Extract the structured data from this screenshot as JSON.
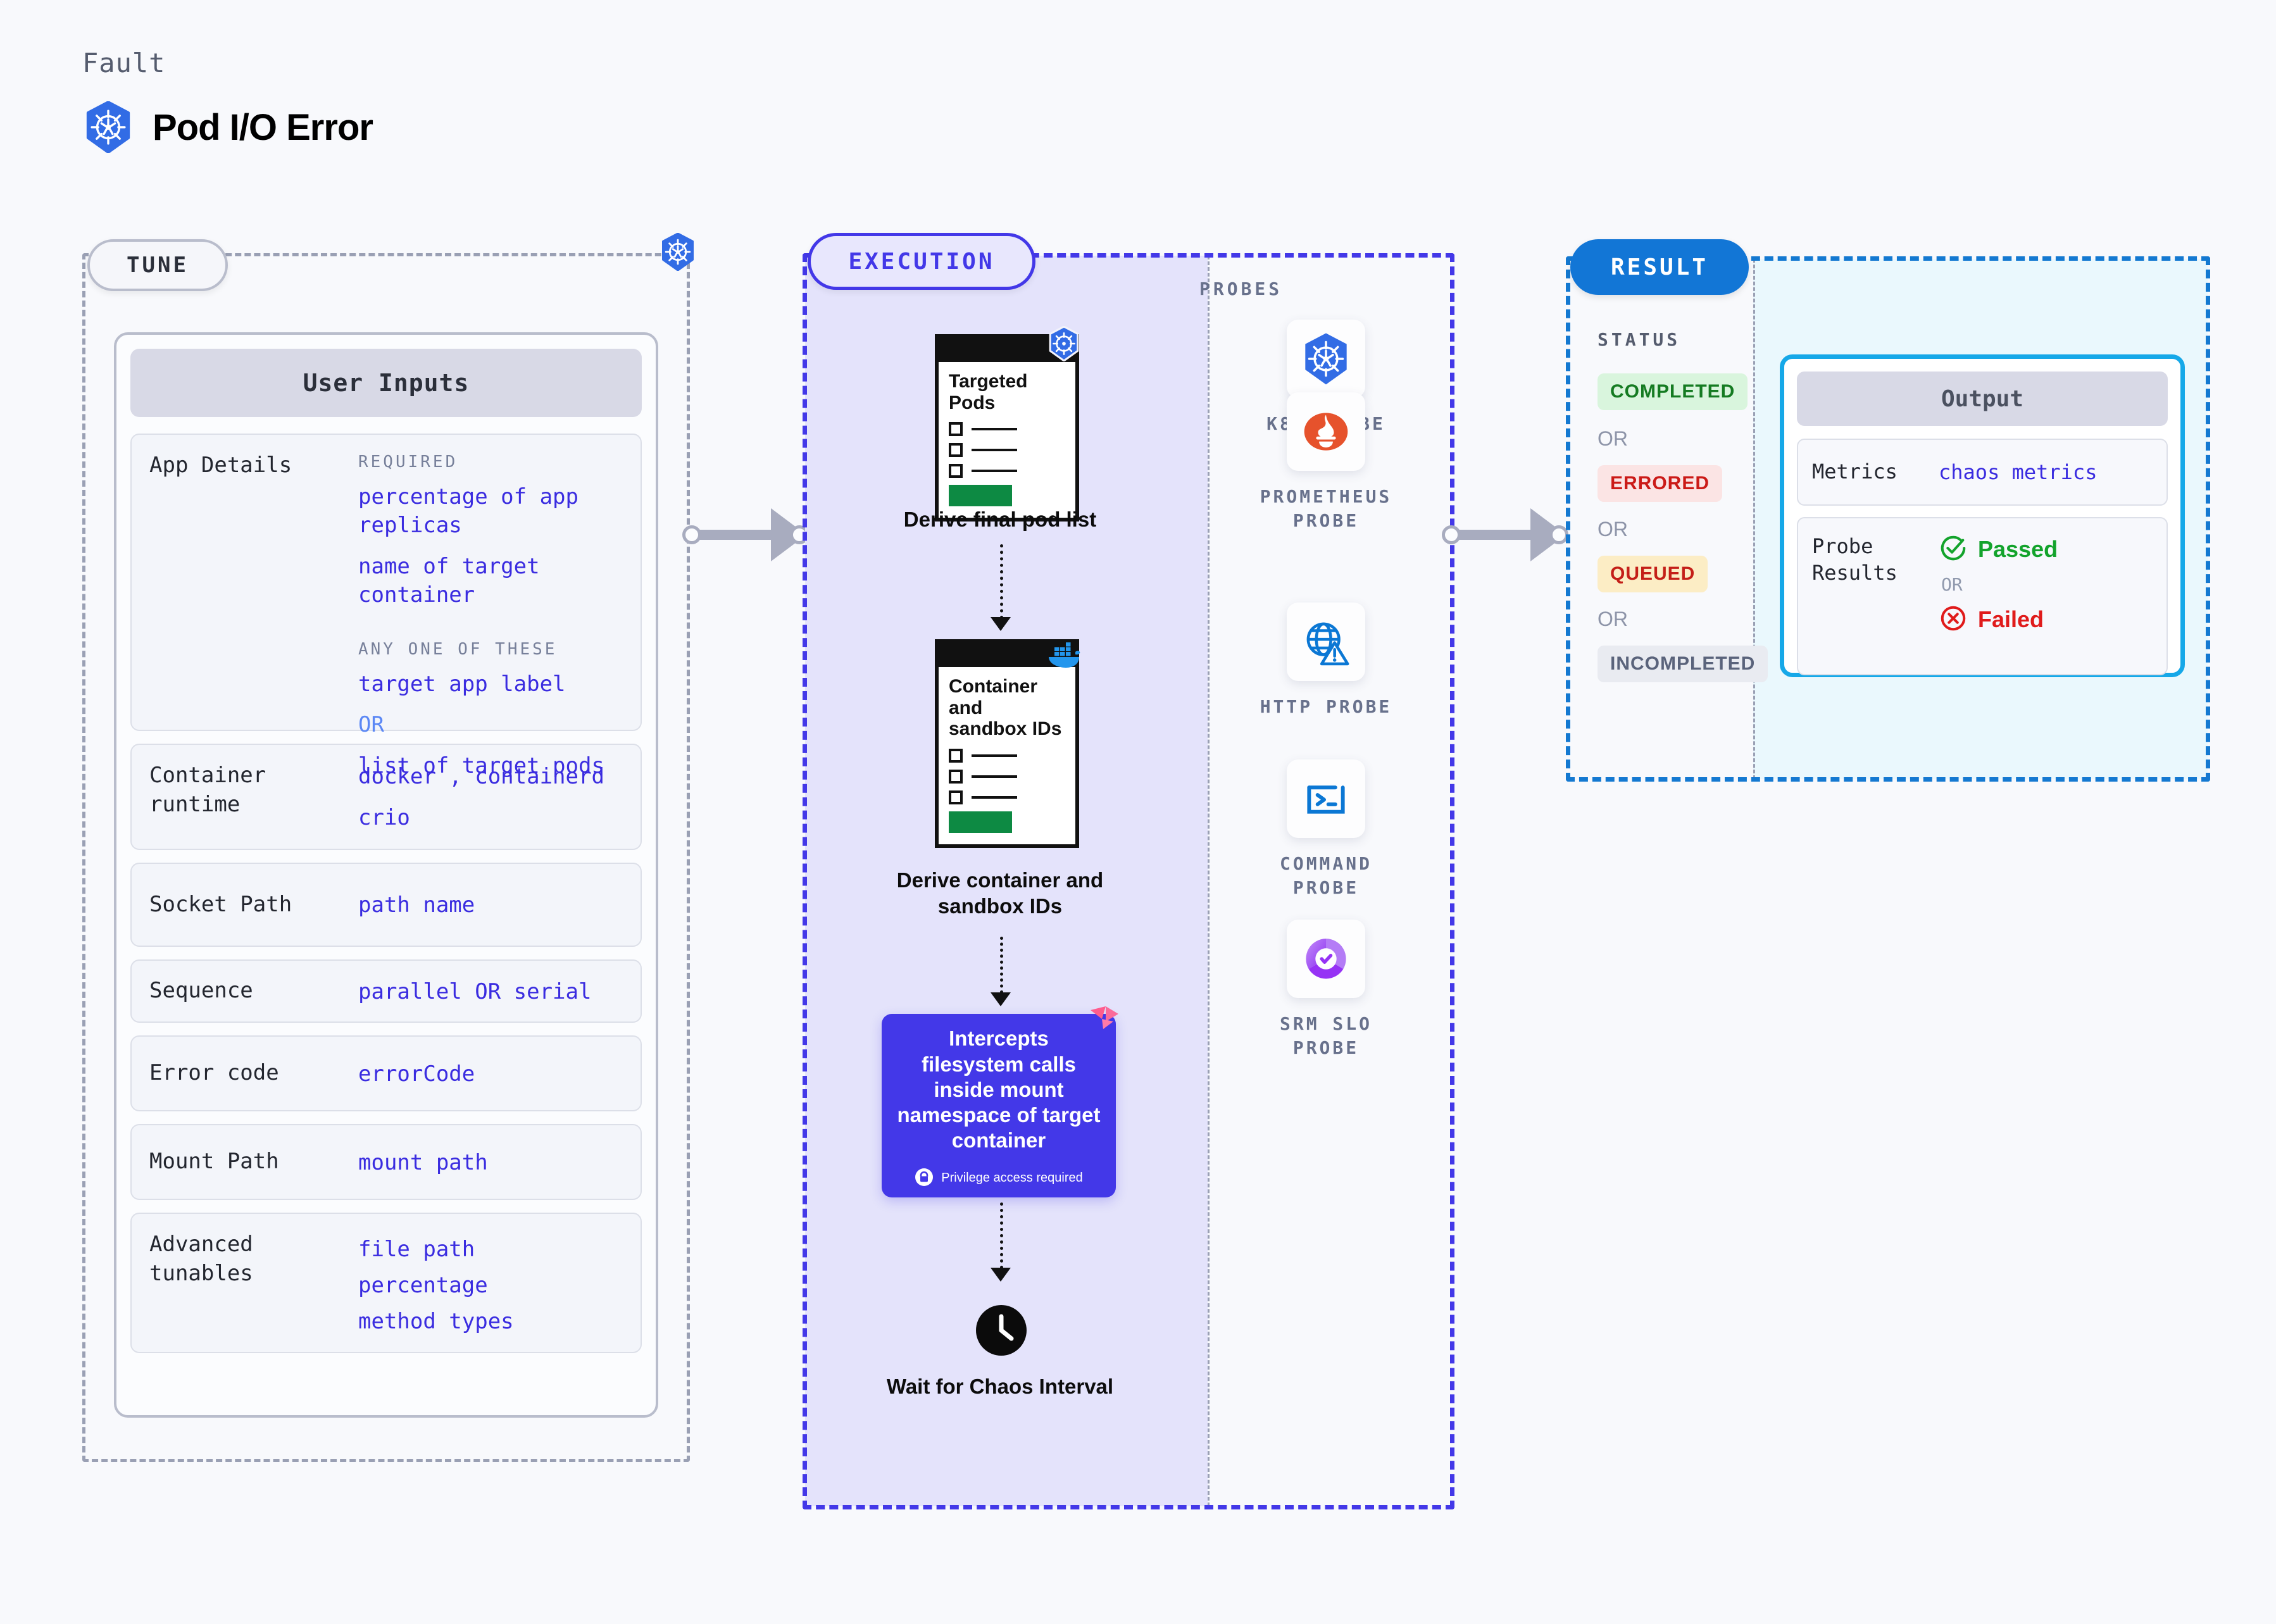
{
  "header": {
    "eyebrow": "Fault",
    "title": "Pod I/O Error",
    "icon": "kubernetes-icon"
  },
  "sections": {
    "tune": {
      "pill": "TUNE",
      "badge_icon": "kubernetes-icon"
    },
    "execution": {
      "pill": "EXECUTION"
    },
    "probes": {
      "title": "PROBES"
    },
    "result": {
      "pill": "RESULT",
      "status_title": "STATUS"
    }
  },
  "user_inputs": {
    "header": "User Inputs",
    "rows": [
      {
        "label": "App Details",
        "groups": [
          {
            "heading": "REQUIRED",
            "values": [
              "percentage of app replicas",
              "name of target container"
            ]
          },
          {
            "heading": "ANY ONE OF THESE",
            "values": [
              "target app label",
              "OR",
              "list of target pods"
            ]
          }
        ]
      },
      {
        "label": "Container runtime",
        "values": [
          "docker , containerd",
          "crio"
        ]
      },
      {
        "label": "Socket Path",
        "values": [
          "path name"
        ]
      },
      {
        "label": "Sequence",
        "values": [
          "parallel OR serial"
        ]
      },
      {
        "label": "Error code",
        "values": [
          "errorCode"
        ]
      },
      {
        "label": "Mount Path",
        "values": [
          "mount path"
        ]
      },
      {
        "label": "Advanced tunables",
        "values": [
          "file path",
          "percentage",
          "method types"
        ]
      }
    ]
  },
  "execution_flow": {
    "step1": {
      "doc_title": "Targeted Pods",
      "caption": "Derive final pod list",
      "badge_icon": "kubernetes-icon"
    },
    "step2": {
      "doc_title": "Container and sandbox IDs",
      "caption": "Derive container and sandbox IDs",
      "badge_icon": "docker-icon"
    },
    "step3": {
      "text": "Intercepts filesystem calls inside mount namespace of target container",
      "privilege_note": "Privilege access required",
      "privilege_icon": "lock-icon",
      "corner_icon": "litmus-icon",
      "color": "#4338e8"
    },
    "step4": {
      "caption": "Wait for Chaos Interval",
      "icon": "clock-icon"
    }
  },
  "probes": [
    {
      "label": "K8S PROBE",
      "icon": "kubernetes-icon"
    },
    {
      "label": "PROMETHEUS PROBE",
      "icon": "prometheus-icon"
    },
    {
      "label": "HTTP PROBE",
      "icon": "globe-warning-icon"
    },
    {
      "label": "COMMAND PROBE",
      "icon": "terminal-icon"
    },
    {
      "label": "SRM SLO PROBE",
      "icon": "srm-slo-icon"
    }
  ],
  "result": {
    "statuses": [
      {
        "label": "COMPLETED",
        "color": "#157b22",
        "bg": "#d9f5dd"
      },
      {
        "label": "ERRORED",
        "color": "#cb1a17",
        "bg": "#fbe4e4"
      },
      {
        "label": "QUEUED",
        "color": "#c41f18",
        "bg": "#fcedc5"
      },
      {
        "label": "INCOMPLETED",
        "color": "#5a637b",
        "bg": "#e9ebf1"
      }
    ],
    "or": "OR",
    "output": {
      "header": "Output",
      "metrics_label": "Metrics",
      "metrics_value": "chaos metrics",
      "probe_results_label": "Probe Results",
      "passed": "Passed",
      "failed": "Failed",
      "or": "OR",
      "passed_icon": "check-circle-icon",
      "failed_icon": "x-circle-icon"
    }
  }
}
